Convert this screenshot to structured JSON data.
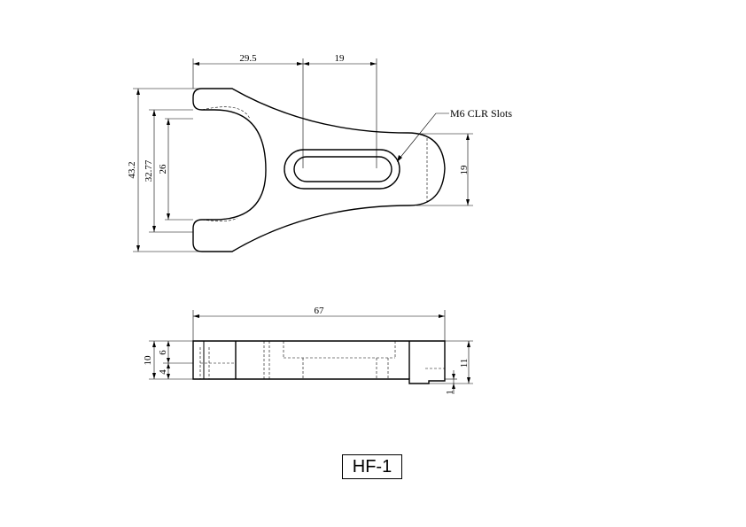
{
  "title": "HF-1",
  "callout": "M6 CLR Slots",
  "top_view": {
    "dims": {
      "width_to_slot": "29.5",
      "slot_length": "19",
      "overall_height": "43.2",
      "fork_inner": "32.77",
      "fork_opening": "26",
      "tip_height": "19"
    }
  },
  "side_view": {
    "dims": {
      "overall_length": "67",
      "thickness": "10",
      "step_upper": "6",
      "step_lower": "4",
      "tip_thickness": "11",
      "tip_step": "1"
    }
  }
}
